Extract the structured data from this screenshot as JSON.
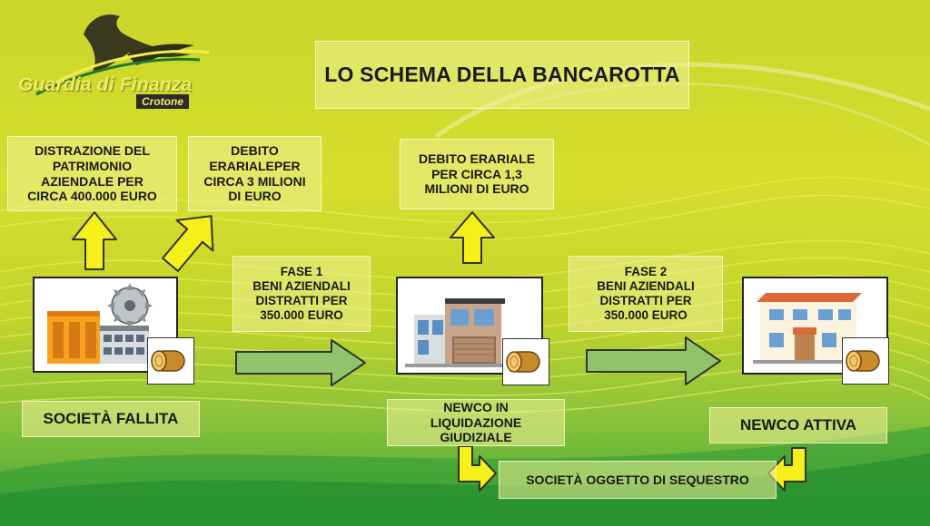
{
  "logo": {
    "name": "Guardia di Finanza",
    "sub": "Crotone"
  },
  "title": "LO SCHEMA DELLA BANCAROTTA",
  "boxes": {
    "distrazione": "DISTRAZIONE DEL\nPATRIMONIO\nAZIENDALE PER\nCIRCA 400.000 EURO",
    "debito1": "DEBITO\nERARIALEPER\nCIRCA 3 MILIONI\nDI EURO",
    "debito2": "DEBITO ERARIALE\nPER CIRCA 1,3\nMILIONI DI EURO",
    "fase1": "FASE 1\nBENI AZIENDALI\nDISTRATTI PER\n350.000 EURO",
    "fase2": "FASE 2\nBENI AZIENDALI\nDISTRATTI PER\n350.000 EURO"
  },
  "labels": {
    "fallita": "SOCIETÀ FALLITA",
    "newco_liq": "NEWCO IN\nLIQUIDAZIONE\nGIUDIZIALE",
    "newco_attiva": "NEWCO ATTIVA",
    "sequestro": "SOCIETÀ OGGETTO DI SEQUESTRO"
  },
  "icons": [
    "eagle-logo-icon",
    "factory-icon",
    "saw-blade-icon",
    "modern-house-icon",
    "villa-icon",
    "wood-log-icon"
  ],
  "colors": {
    "arrow_yellow": "#f5ef1a",
    "arrow_green": "#8fc46a",
    "box_fill": "#eef08c"
  }
}
